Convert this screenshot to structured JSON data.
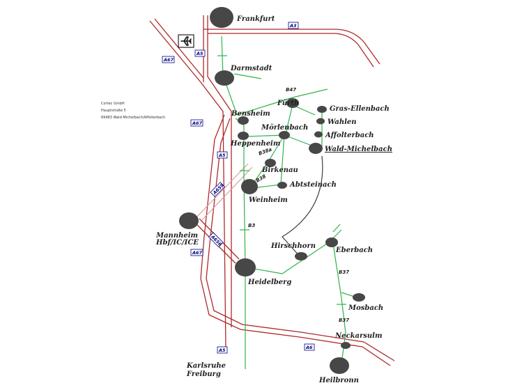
{
  "address": {
    "company": "Cortec GmbH",
    "street": "Hauptstraße 5",
    "city": "69483 Wald-Michelbach/Affolterbach"
  },
  "cities": {
    "frankfurt": "Frankfurt",
    "darmstadt": "Darmstadt",
    "bensheim": "Bensheim",
    "heppenheim": "Heppenheim",
    "fuerth": "Fürth",
    "moerlenbach": "Mörlenbach",
    "gras_ellenbach": "Gras-Ellenbach",
    "wahlen": "Wahlen",
    "affolterbach": "Affolterbach",
    "wald_michelbach": "Wald-Michelbach",
    "birkenau": "Birkenau",
    "abtsteinach": "Abtsteinach",
    "weinheim": "Weinheim",
    "mannheim_1": "Mannheim",
    "mannheim_2": "Hbf/IC/ICE",
    "hirschhorn": "Hirschhorn",
    "eberbach": "Eberbach",
    "heidelberg": "Heidelberg",
    "mosbach": "Mosbach",
    "neckarsulm": "Neckarsulm",
    "heilbronn": "Heilbronn",
    "karlsruhe_1": "Karlsruhe",
    "karlsruhe_2": "Freiburg"
  },
  "highways": {
    "a3": "A3",
    "a5_north": "A5",
    "a67_north": "A67",
    "a67_mid": "A67",
    "a5_mid": "A5",
    "a659": "A659",
    "a656": "A656",
    "a67_south": "A67",
    "a5_south": "A5",
    "a6": "A6"
  },
  "roads": {
    "b47": "B47",
    "b38a": "B38a",
    "b38": "B38",
    "b3": "B3",
    "b37_north": "B37",
    "b37_south": "B37"
  },
  "icons": {
    "airport": "airplane-icon"
  },
  "colors": {
    "autobahn": "#b02828",
    "federal_road": "#2fb24a",
    "city_dot": "#474747",
    "label_blue": "#000080"
  }
}
